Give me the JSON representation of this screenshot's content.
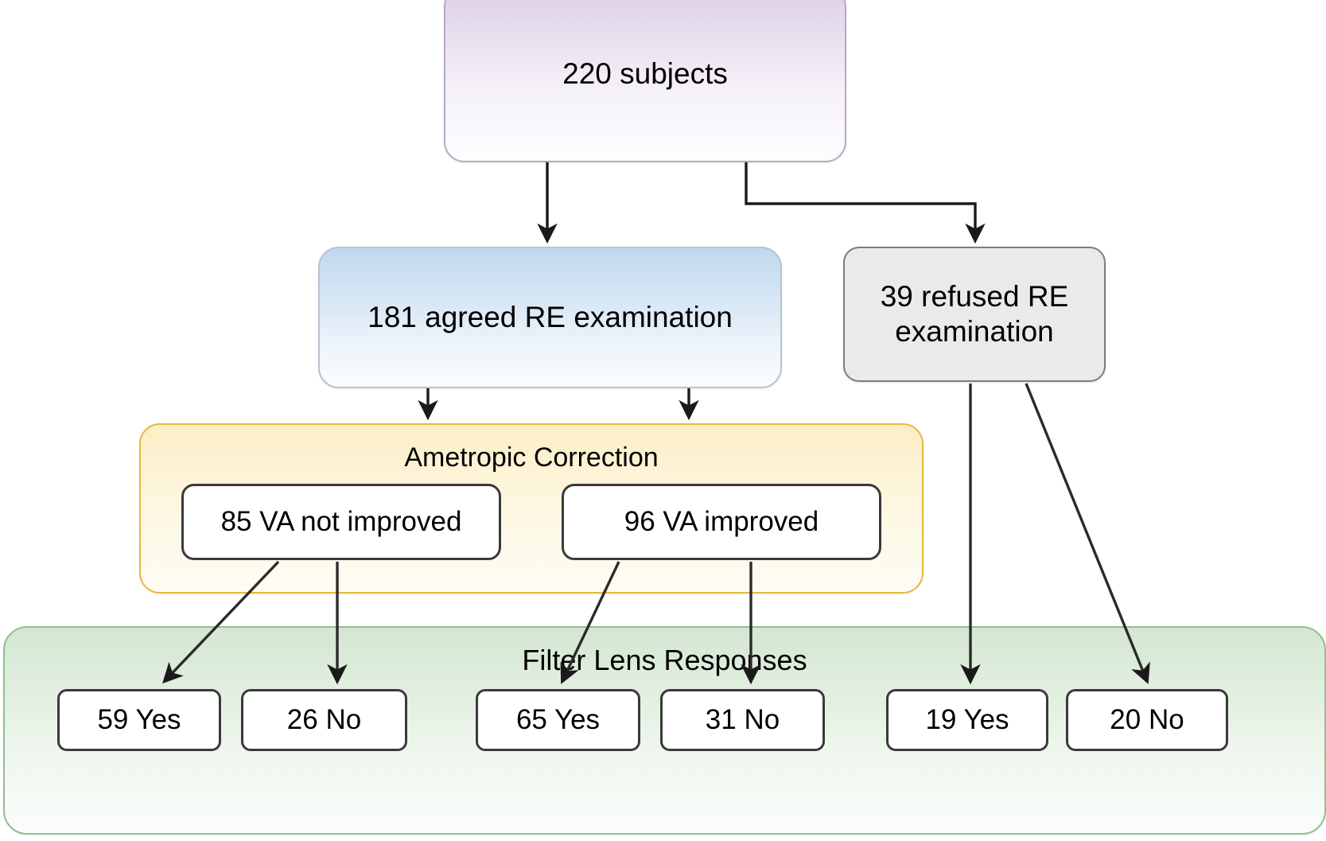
{
  "figure": {
    "type": "flowchart",
    "title": "",
    "nodes": {
      "root": {
        "label": "220 subjects",
        "count": 220
      },
      "agreed": {
        "label": "181 agreed RE examination",
        "count": 181
      },
      "refused": {
        "label": "39 refused RE examination",
        "count": 39
      },
      "va_not_improved": {
        "label": "85 VA not improved",
        "count": 85
      },
      "va_improved": {
        "label": "96 VA improved",
        "count": 96
      }
    },
    "groups": {
      "ametropic": {
        "title": "Ametropic Correction"
      },
      "filter_lens": {
        "title": "Filter Lens Responses"
      }
    },
    "leaves": [
      {
        "label": "59 Yes",
        "count": 59,
        "answer": "Yes",
        "parent": "va_not_improved"
      },
      {
        "label": "26 No",
        "count": 26,
        "answer": "No",
        "parent": "va_not_improved"
      },
      {
        "label": "65 Yes",
        "count": 65,
        "answer": "Yes",
        "parent": "va_improved"
      },
      {
        "label": "31 No",
        "count": 31,
        "answer": "No",
        "parent": "va_improved"
      },
      {
        "label": "19 Yes",
        "count": 19,
        "answer": "Yes",
        "parent": "refused"
      },
      {
        "label": "20 No",
        "count": 20,
        "answer": "No",
        "parent": "refused"
      }
    ],
    "colors": {
      "root_fill": "#ddcfe8",
      "root_border": "#b9a8c6",
      "agreed_fill": "#bfd8ee",
      "agreed_border": "#b6c3d2",
      "refused_fill": "#eaeaea",
      "refused_border": "#7d7d7d",
      "ametropic_fill": "#fbeec4",
      "ametropic_border": "#e3b93f",
      "filter_lens_fill": "#d4e7d2",
      "filter_lens_border": "#92bf92",
      "leaf_fill": "#ffffff",
      "leaf_border": "#3a3a3a",
      "connector": "#1a1a1a",
      "text": "#000000"
    }
  }
}
